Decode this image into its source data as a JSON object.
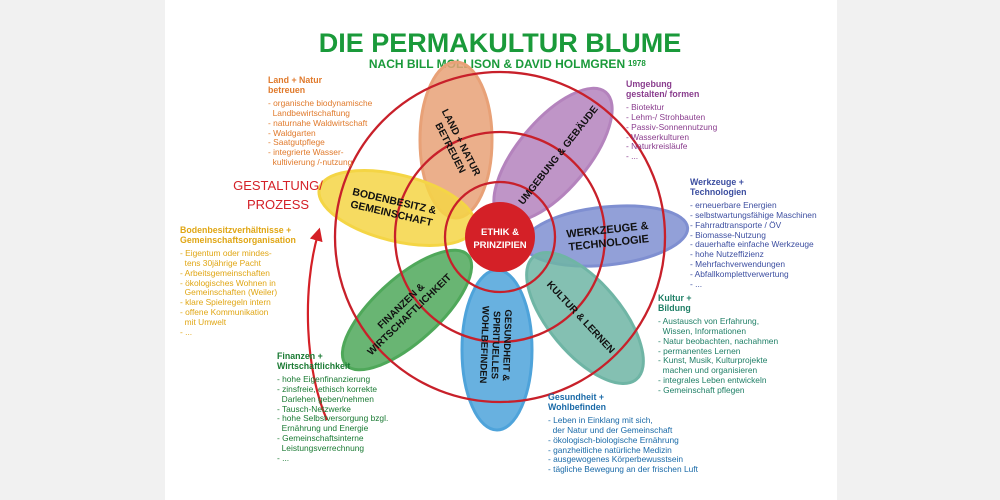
{
  "title": "DIE PERMAKULTUR BLUME",
  "subtitle": "NACH BILL MOLLISON & DAVID HOLMGREN",
  "year": "1978",
  "center": [
    "ETHIK &",
    "PRINZIPIEN"
  ],
  "gestaltung": [
    "GESTALTUNG/",
    "PROZESS"
  ],
  "petals": [
    {
      "lines": [
        "LAND + NATUR",
        "BETREUEN"
      ],
      "color": "#e8a177"
    },
    {
      "lines": [
        "UMGEBUNG & GEBÄUDE"
      ],
      "color": "#b483bd"
    },
    {
      "lines": [
        "WERKZEUGE &",
        "TECHNOLOGIE"
      ],
      "color": "#7f8fd1"
    },
    {
      "lines": [
        "KULTUR & LERNEN"
      ],
      "color": "#6fb5a5"
    },
    {
      "lines": [
        "GESUNDHEIT &",
        "SPIRITUELLES",
        "WOHLBEFINDEN"
      ],
      "color": "#4ea3da"
    },
    {
      "lines": [
        "FINANZEN &",
        "WIRTSCHAFTLICHKEIT"
      ],
      "color": "#4fa85a"
    },
    {
      "lines": [
        "BODENBESITZ &",
        "GEMEINSCHAFT"
      ],
      "color": "#f4d545"
    }
  ],
  "blocks": [
    {
      "head": [
        "Land + Natur",
        "betreuen"
      ],
      "color": "#e07a2c",
      "items": [
        "- organische biodynamische",
        "  Landbewirtschaftung",
        "- naturnahe Waldwirtschaft",
        "- Waldgarten",
        "- Saatgutpflege",
        "- integrierte Wasser-",
        "  kultivierung /-nutzung"
      ]
    },
    {
      "head": [
        "Umgebung",
        "gestalten/ formen"
      ],
      "color": "#8a3d8e",
      "items": [
        "- Biotektur",
        "- Lehm-/ Strohbauten",
        "- Passiv-Sonnennutzung",
        "- Wasserkulturen",
        "- Naturkreisläufe",
        "- ..."
      ]
    },
    {
      "head": [
        "Werkzeuge +",
        "Technologien"
      ],
      "color": "#3c4ea0",
      "items": [
        "- erneuerbare Energien",
        "- selbstwartungsfähige Maschinen",
        "- Fahrradtransporte / ÖV",
        "- Biomasse-Nutzung",
        "- dauerhafte einfache Werkzeuge",
        "- hohe Nutzeffizienz",
        "- Mehrfachverwendungen",
        "- Abfallkomplettverwertung",
        "- ..."
      ]
    },
    {
      "head": [
        "Bodenbesitzverhältnisse +",
        "Gemeinschaftsorganisation"
      ],
      "color": "#e0a614",
      "items": [
        "- Eigentum oder mindes-",
        "  tens 30jährige Pacht",
        "- Arbeitsgemeinschaften",
        "- ökologisches Wohnen in",
        "  Gemeinschaften (Weiler)",
        "- klare Spielregeln intern",
        "- offene Kommunikation",
        "  mit Umwelt",
        "- ..."
      ]
    },
    {
      "head": [
        "Kultur +",
        "Bildung"
      ],
      "color": "#1f7f66",
      "items": [
        "- Austausch von Erfahrung,",
        "  Wissen, Informationen",
        "- Natur beobachten, nachahmen",
        "- permanentes Lernen",
        "- Kunst, Musik, Kulturprojekte",
        "  machen und organisieren",
        "- integrales Leben entwickeln",
        "- Gemeinschaft pflegen"
      ]
    },
    {
      "head": [
        "Finanzen +",
        "Wirtschaftlichkeit"
      ],
      "color": "#1a7a33",
      "items": [
        "- hohe Eigenfinanzierung",
        "- zinsfreie, ethisch korrekte",
        "  Darlehen geben/nehmen",
        "- Tausch-Netzwerke",
        "- hohe Selbstversorgung bzgl.",
        "  Ernährung und Energie",
        "- Gemeinschaftsinterne",
        "  Leistungsverrechnung",
        "- ..."
      ]
    },
    {
      "head": [
        "Gesundheit +",
        "Wohlbefinden"
      ],
      "color": "#1a6aa8",
      "items": [
        "- Leben in Einklang mit sich,",
        "  der Natur und der Gemeinschaft",
        "- ökologisch-biologische Ernährung",
        "- ganzheitliche natürliche Medizin",
        "- ausgewogenes Körperbewusstsein",
        "- tägliche Bewegung an der frischen Luft"
      ]
    }
  ]
}
